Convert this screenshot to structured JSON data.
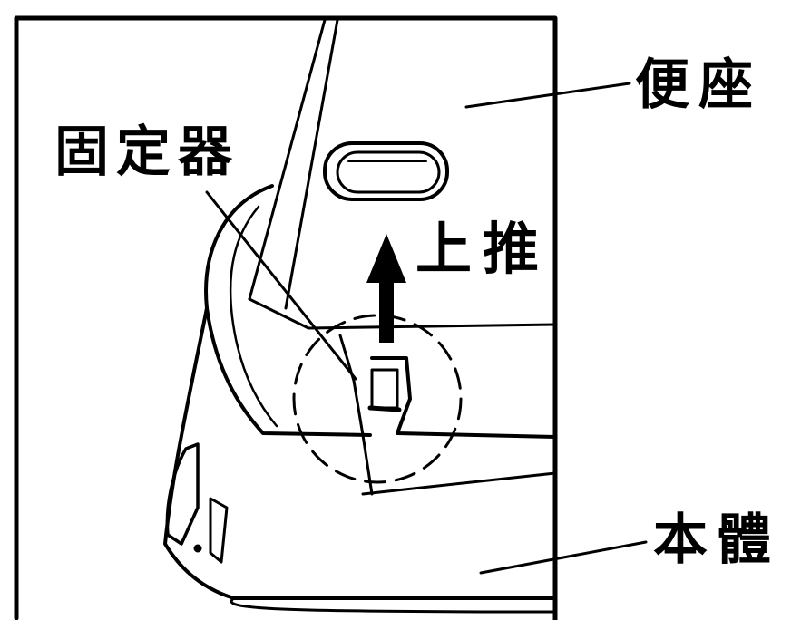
{
  "labels": {
    "seat": "便座",
    "fixer": "固定器",
    "push_up": "上推",
    "body": "本體"
  },
  "colors": {
    "ink": "#000000",
    "paper": "#ffffff"
  }
}
